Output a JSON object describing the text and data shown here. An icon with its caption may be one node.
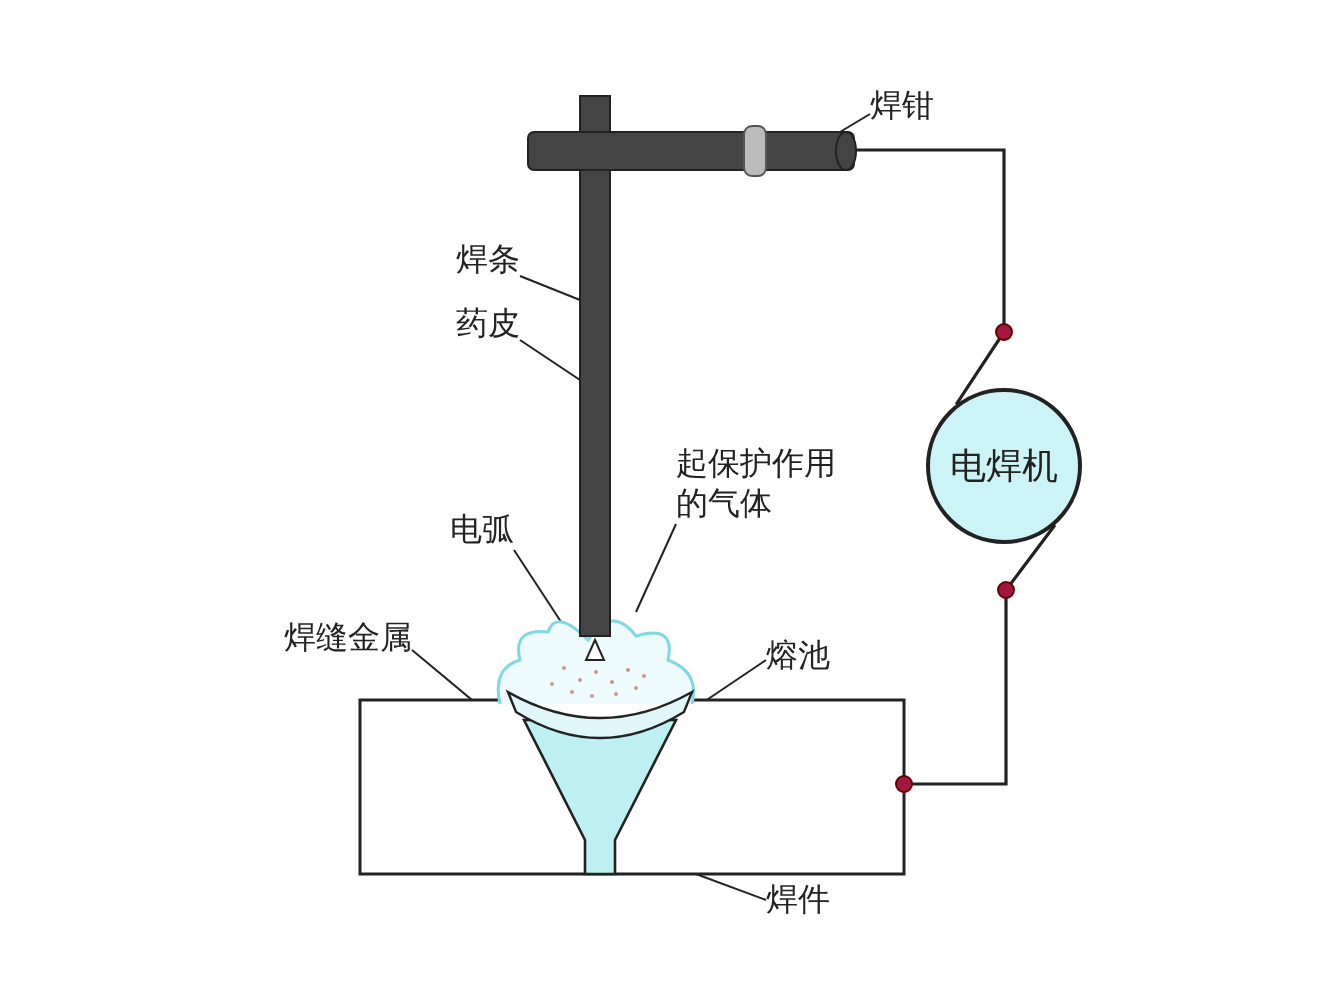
{
  "diagram": {
    "nodes": [
      {
        "text": [
          "焊钳"
        ]
      },
      {
        "text": [],
        "shape": "bar"
      },
      {
        "text": [
          "焊条"
        ]
      },
      {
        "text": [],
        "shape": "bar"
      },
      {
        "text": [
          "药皮"
        ]
      },
      {
        "text": [
          "起保护作用的气体"
        ]
      },
      {
        "text": [],
        "shape": "cloud"
      },
      {
        "text": [
          "电弧"
        ]
      },
      {
        "text": [
          "焊缝金属"
        ]
      },
      {
        "text": [
          "熔池"
        ]
      },
      {
        "text": [
          "电焊机"
        ]
      },
      {
        "text": [],
        "shape": "box"
      },
      {
        "text": [
          "焊件"
        ]
      },
      {
        "text": [],
        "shape": "triangle",
        "in": 6
      },
      {
        "text": [],
        "shape": "cone",
        "in": 11
      },
      {
        "text": [],
        "shape": "ellipse"
      }
    ],
    "edges": [
      {
        "from": 0,
        "to": 1,
        "arrow": "none"
      },
      {
        "from": 2,
        "to": 3,
        "arrow": "none"
      },
      {
        "from": 4,
        "to": 3,
        "arrow": "none"
      },
      {
        "from": 5,
        "to": 6,
        "arrow": "none"
      },
      {
        "from": 7,
        "to": 13,
        "arrow": "none"
      },
      {
        "from": 8,
        "to": 14,
        "arrow": "none"
      },
      {
        "from": 9,
        "to": 15,
        "arrow": "none"
      },
      {
        "from": 12,
        "to": 11,
        "arrow": "none"
      },
      {
        "from": 1,
        "to": 10,
        "arrow": "none"
      },
      {
        "from": 10,
        "to": 11,
        "arrow": "none"
      }
    ]
  }
}
